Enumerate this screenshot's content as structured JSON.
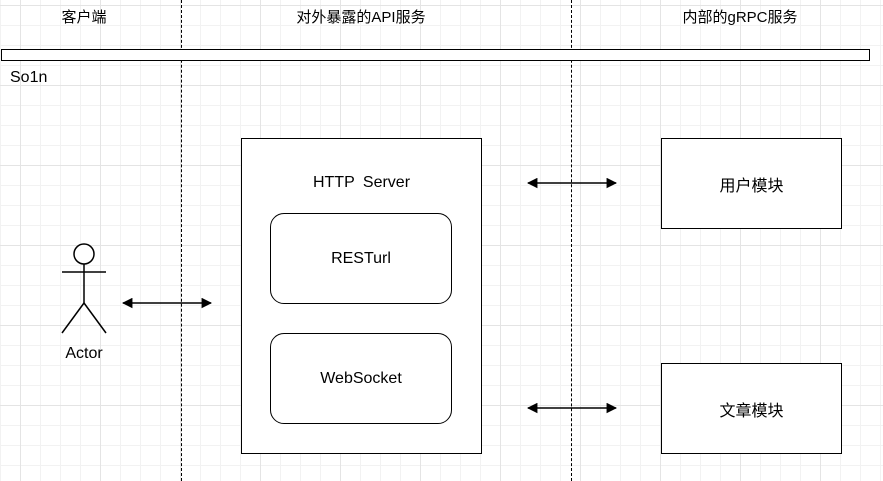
{
  "lanes": [
    {
      "title": "客户端"
    },
    {
      "title": "对外暴露的API服务"
    },
    {
      "title": "内部的gRPC服务"
    }
  ],
  "pool": {
    "label": "So1n"
  },
  "actor": {
    "label": "Actor"
  },
  "http_server": {
    "title": "HTTP  Server",
    "children": [
      "RESTurl",
      "WebSocket"
    ]
  },
  "grpc_modules": [
    "用户模块",
    "文章模块"
  ],
  "colors": {
    "stroke": "#000000",
    "fill": "#ffffff",
    "grid": "#e4e4e4"
  }
}
